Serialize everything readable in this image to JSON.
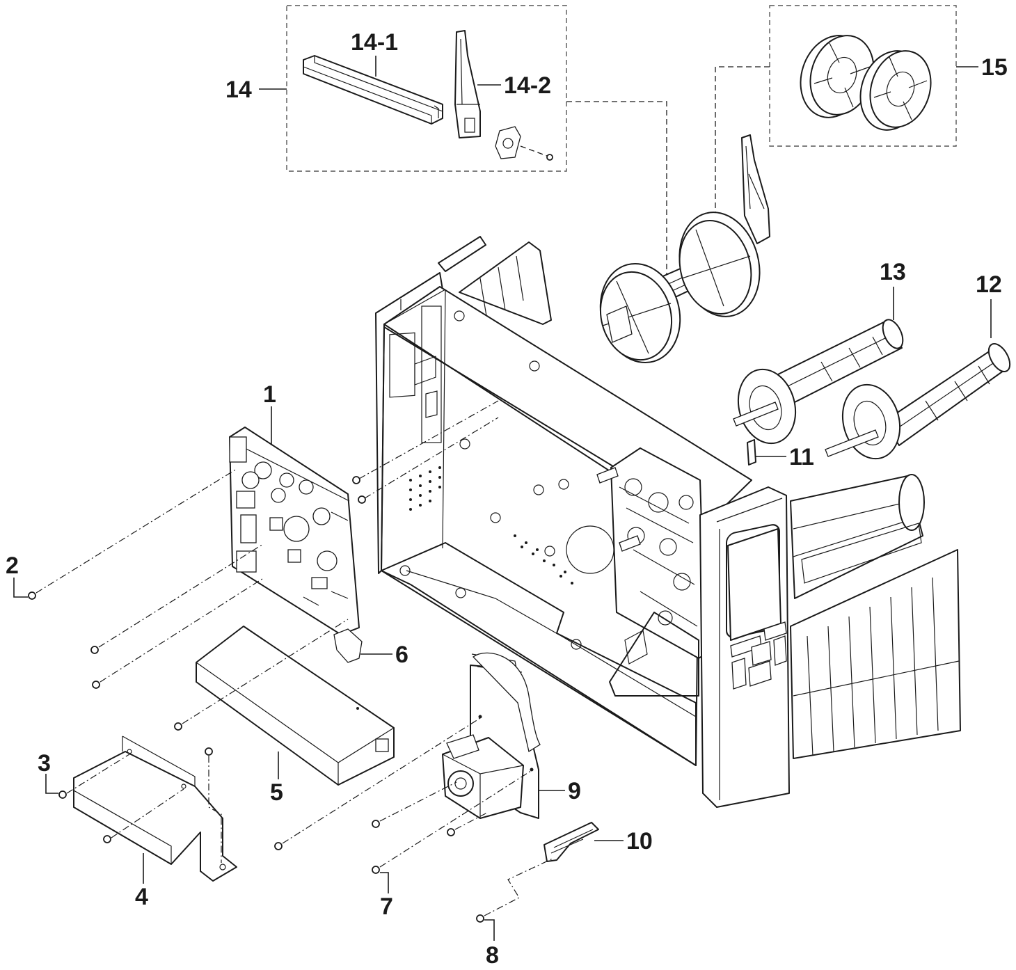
{
  "callouts": {
    "c1": "1",
    "c2": "2",
    "c3": "3",
    "c4": "4",
    "c5": "5",
    "c6": "6",
    "c7": "7",
    "c8": "8",
    "c9": "9",
    "c10": "10",
    "c11": "11",
    "c12": "12",
    "c13": "13",
    "c14": "14",
    "c14_1": "14-1",
    "c14_2": "14-2",
    "c15": "15"
  },
  "colors": {
    "line": "#1a1a1a",
    "background": "#ffffff",
    "group_box": "#555555"
  }
}
